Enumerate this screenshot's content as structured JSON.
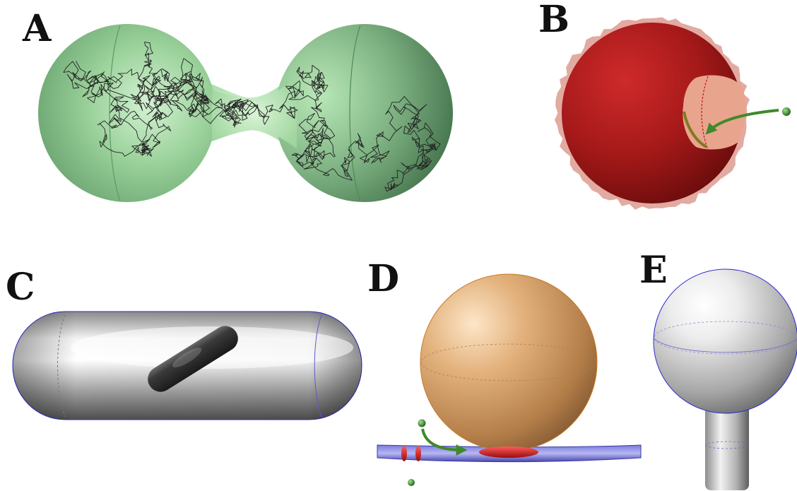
{
  "panels": {
    "a": {
      "label": "A"
    },
    "b": {
      "label": "B"
    },
    "c": {
      "label": "C"
    },
    "d": {
      "label": "D"
    },
    "e": {
      "label": "E"
    }
  },
  "colors": {
    "green_body": "#8fcf8f",
    "green_dark": "#3e6a47",
    "trajectory": "#222222",
    "red_body": "#9c1515",
    "pink_patch": "#e6a08c",
    "arrow_green": "#3f8a2a",
    "gray_body": "#9a9a9a",
    "tan_body": "#c9925a",
    "membrane_blue": "#5555bb",
    "red_channel": "#d42020",
    "outline_blue": "#2b2bd6"
  }
}
